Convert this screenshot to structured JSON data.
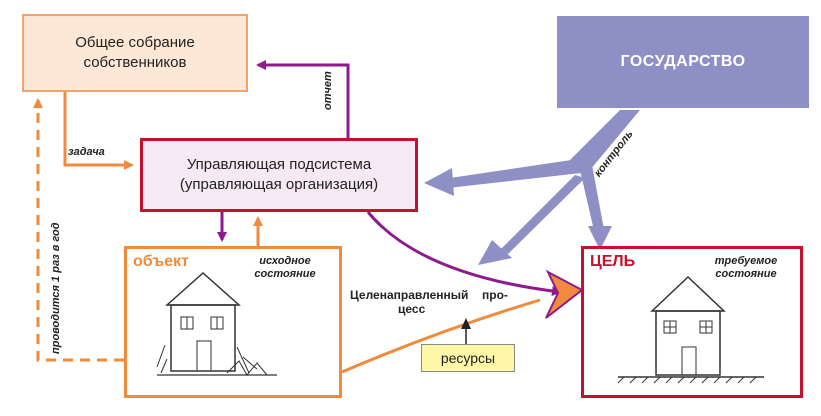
{
  "owners": {
    "line1": "Общее собрание",
    "line2": "собственников"
  },
  "subsystem": {
    "line1": "Управляющая подсистема",
    "line2": "(управляющая организация)"
  },
  "state": {
    "label": "ГОСУДАРСТВО"
  },
  "object": {
    "title": "объект",
    "note_line1": "исходное",
    "note_line2": "состояние"
  },
  "goal": {
    "title": "ЦЕЛЬ",
    "note_line1": "требуемое",
    "note_line2": "состояние"
  },
  "resources": {
    "label": "ресурсы"
  },
  "labels": {
    "task": "задача",
    "report": "отчет",
    "control": "контроль",
    "yearly": "проводится 1 раз в год",
    "process_a": "Целенаправленный",
    "process_b": "про-",
    "process_c": "цесс"
  },
  "colors": {
    "orange": "#f08a3c",
    "purple": "#8e1a8e",
    "red": "#c8102e",
    "state": "#8e8fc4"
  }
}
